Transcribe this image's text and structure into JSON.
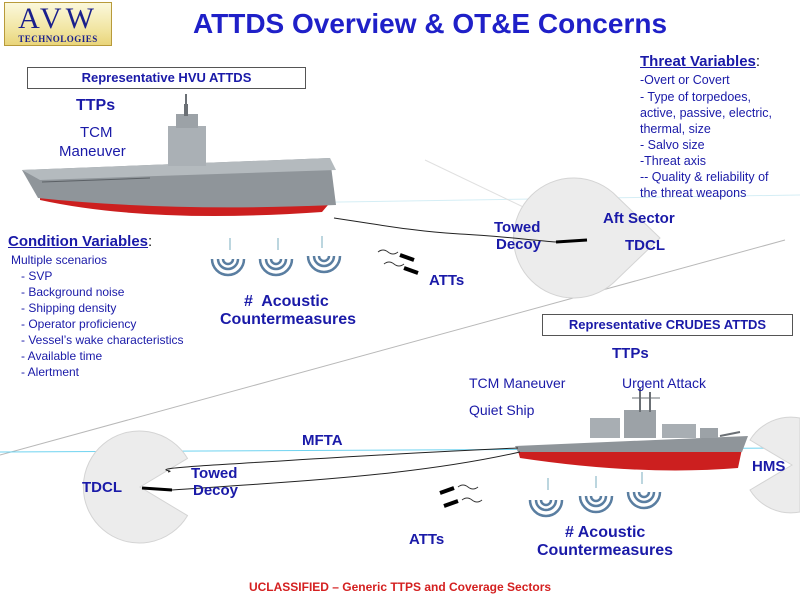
{
  "logo": {
    "line1": "AVW",
    "line2": "TECHNOLOGIES"
  },
  "title": "ATTDS Overview & OT&E Concerns",
  "hvu": {
    "box_label": "Representative HVU ATTDS",
    "ttps_heading": "TTPs",
    "tcm_line1": "TCM",
    "tcm_line2": "Maneuver"
  },
  "condition": {
    "heading": "Condition Variables",
    "colon": ":",
    "items": [
      "Multiple scenarios",
      "- SVP",
      "- Background noise",
      "- Shipping density",
      "- Operator proficiency",
      "- Vessel’s wake characteristics",
      "- Available time",
      "- Alertment"
    ]
  },
  "threat": {
    "heading": "Threat Variables",
    "colon": ":",
    "items": [
      "-Overt or Covert",
      "- Type of torpedoes,",
      "active, passive, electric,",
      "thermal, size",
      "- Salvo size",
      "-Threat axis",
      "-- Quality & reliability of",
      "the threat weapons"
    ]
  },
  "upper": {
    "towed_line1": "Towed",
    "towed_line2": "Decoy",
    "aft_sector": "Aft Sector",
    "tdcl": "TDCL",
    "atts": "ATTs",
    "acoustic_line1": "#  Acoustic",
    "acoustic_line2": "Countermeasures"
  },
  "crudes": {
    "box_label": "Representative CRUDES ATTDS",
    "ttps_heading": "TTPs",
    "tcm": "TCM Maneuver",
    "urgent": "Urgent Attack",
    "quiet": "Quiet Ship"
  },
  "lower": {
    "mfta": "MFTA",
    "tdcl": "TDCL",
    "towed_line1": "Towed",
    "towed_line2": "Decoy",
    "hms": "HMS",
    "atts": "ATTs",
    "acoustic_line1": "# Acoustic",
    "acoustic_line2": "Countermeasures"
  },
  "footer": "UCLASSIFIED – Generic TTPS and Coverage Sectors",
  "colors": {
    "text_blue": "#1a1aa8",
    "title_blue": "#1f20c8",
    "footer_red": "#d42020",
    "hull_red": "#cc1f1f",
    "hull_gray": "#8f959a"
  }
}
